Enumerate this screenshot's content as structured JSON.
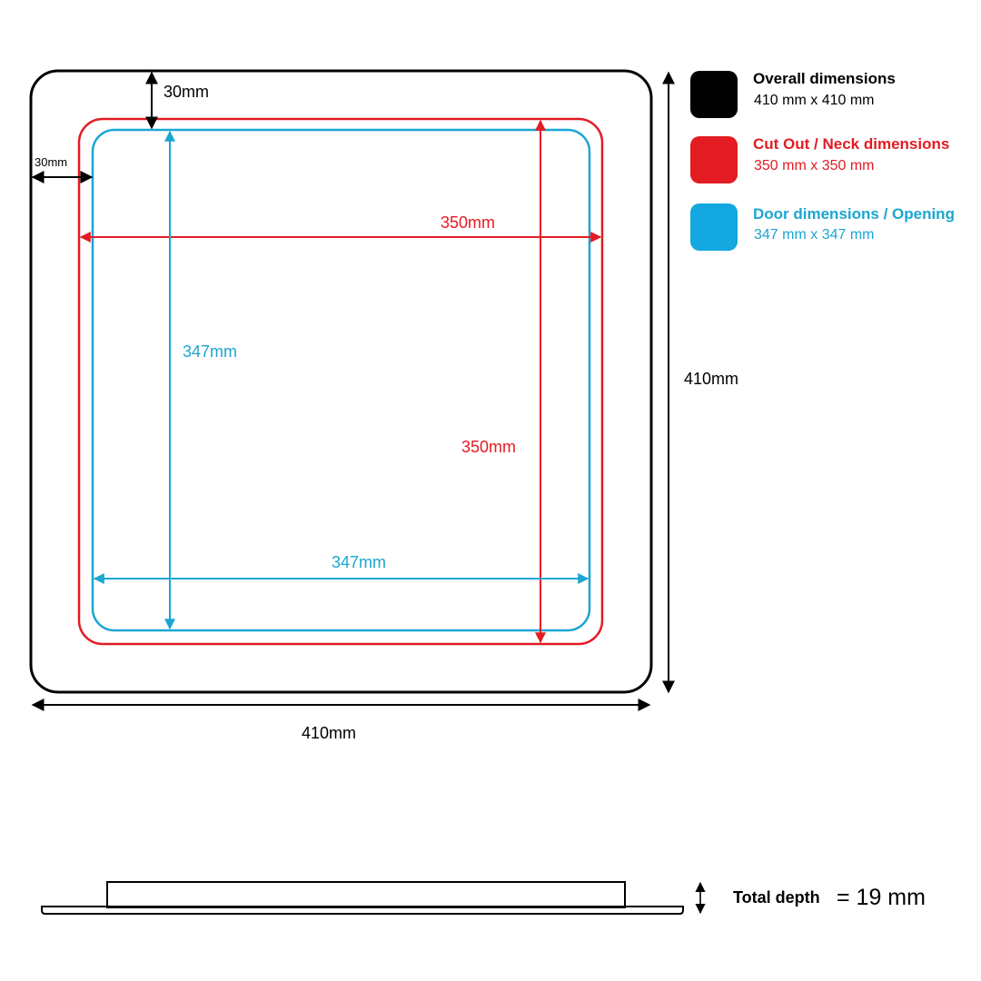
{
  "colors": {
    "overall": "#000000",
    "cutout": "#e31b23",
    "door": "#1ba6d1",
    "door_swatch": "#14a8e0"
  },
  "labels": {
    "top_margin": "30mm",
    "left_margin": "30mm",
    "cutout_width": "350mm",
    "cutout_height": "350mm",
    "door_height": "347mm",
    "door_width": "347mm",
    "overall_height": "410mm",
    "overall_width": "410mm"
  },
  "legend": [
    {
      "title": "Overall dimensions",
      "value": "410 mm x 410 mm"
    },
    {
      "title": "Cut Out / Neck dimensions",
      "value": "350 mm x 350 mm"
    },
    {
      "title": "Door dimensions / Opening",
      "value": "347 mm x 347 mm"
    }
  ],
  "depth": {
    "label": "Total depth",
    "value": "= 19 mm"
  }
}
